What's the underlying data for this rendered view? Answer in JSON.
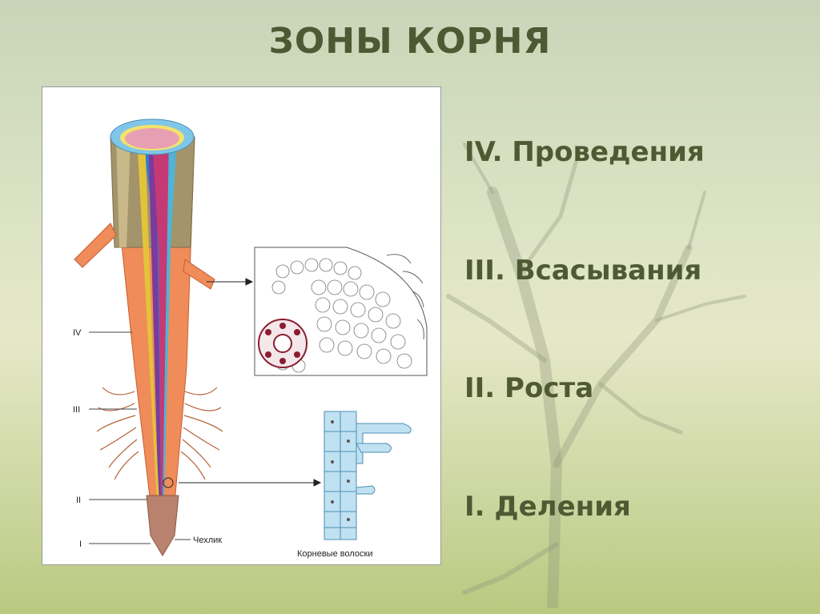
{
  "slide": {
    "title": "ЗОНЫ КОРНЯ",
    "zones": [
      "IV. Проведения",
      "III. Всасывания",
      "II. Роста",
      "I. Деления"
    ]
  },
  "figure": {
    "zone_markers": [
      "IV",
      "III",
      "II",
      "I"
    ],
    "root_cap_label": "Чехлик",
    "root_hairs_label": "Корневые волоски"
  },
  "colors": {
    "title": "#4c5a34",
    "zone_text": "#4f5a33",
    "root_orange": "#ef8c5a",
    "root_cap": "#b9826e"
  }
}
